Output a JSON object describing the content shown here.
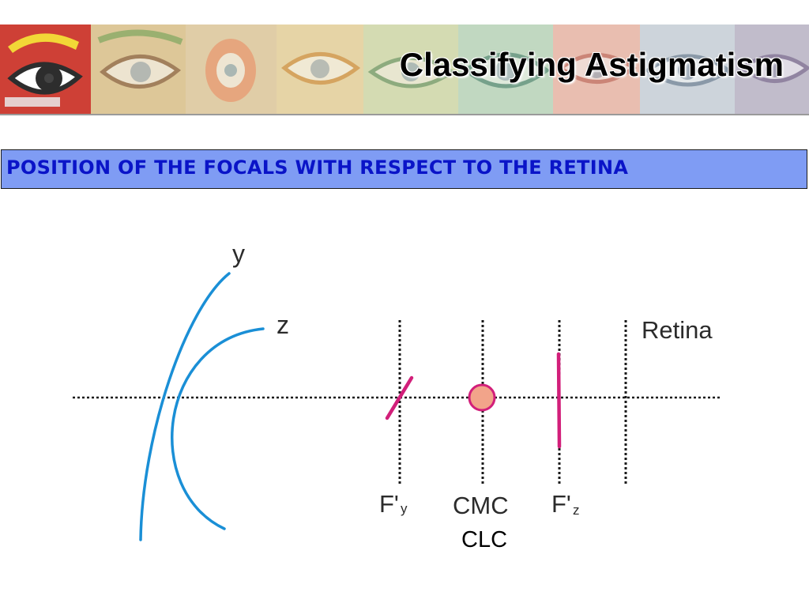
{
  "header": {
    "title": "Classifying Astigmatism"
  },
  "subtitle": "POSITION OF THE FOCALS WITH RESPECT TO THE RETINA",
  "diagram": {
    "labels": {
      "y_axis": "y",
      "z_axis": "z",
      "retina": "Retina",
      "fy_main": "F'",
      "fy_sub": "y",
      "cmc": "CMC",
      "clc": "CLC",
      "fz_main": "F'",
      "fz_sub": "z"
    },
    "colors": {
      "lens_curves": "#1a8fd6",
      "focal_lines": "#d21f7a",
      "clc_circle_fill": "#f2a48a",
      "clc_circle_stroke": "#d21f7a",
      "axis_dotted": "#1a1a1a",
      "subtitle_box": "#7f9cf4",
      "subtitle_text": "#0a14c8"
    }
  }
}
